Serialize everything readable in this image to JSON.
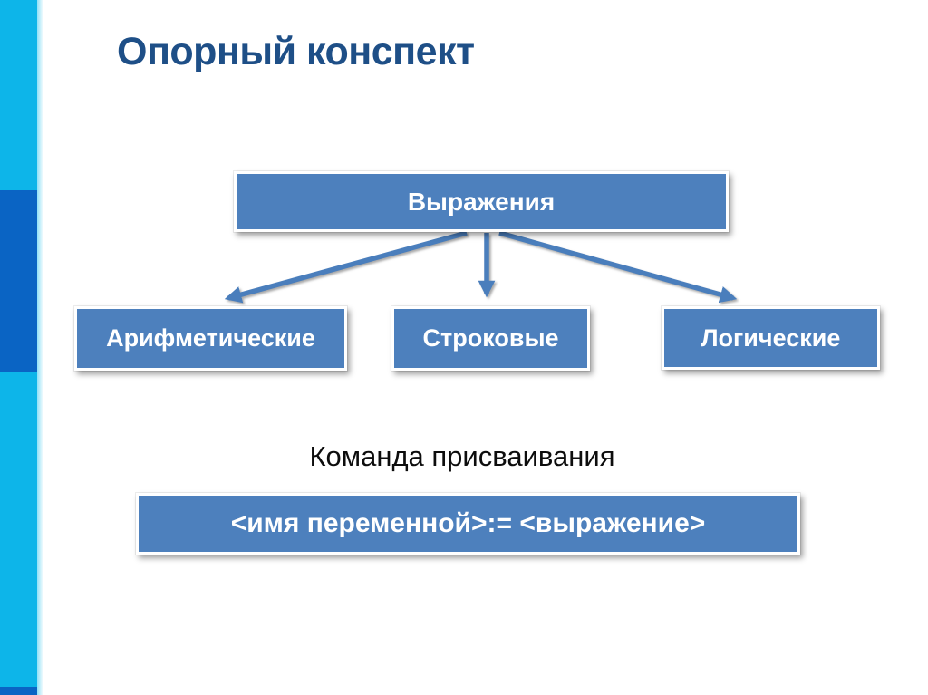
{
  "slide": {
    "title": "Опорный конспект",
    "caption": "Команда присваивания",
    "diagram": {
      "root": "Выражения",
      "children": [
        "Арифметические",
        "Строковые",
        "Логические"
      ],
      "assignment_box": "<имя переменной>:= <выражение>"
    },
    "colors": {
      "node_fill": "#4d80bd",
      "node_border": "#ffffff",
      "node_text": "#ffffff",
      "arrow": "#4a7ebc",
      "title_text": "#1e4f87",
      "caption_text": "#0d0d0d",
      "stripe_cyan": "#0db5e9",
      "stripe_dark_blue": "#0a64c4",
      "background": "#ffffff"
    }
  }
}
